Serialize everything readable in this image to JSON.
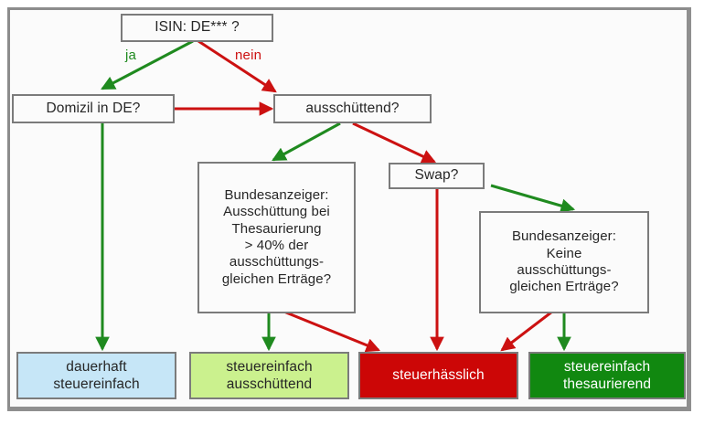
{
  "diagram": {
    "title": "ISIN Fonds Steuer-Entscheidungsbaum",
    "background": "#fbfbfb",
    "frame_color": "#8c8c8c",
    "colors": {
      "yes_green": "#1f8a1f",
      "no_red": "#cc1111",
      "node_border": "#7b7b7b",
      "node_fill": "#fbfbfb",
      "result_blue_fill": "#c6e6f7",
      "result_lightgreen_fill": "#cbf18e",
      "result_red_fill": "#cc0606",
      "result_darkgreen_fill": "#118810",
      "dark_text": "#262626",
      "light_text": "#ffffff"
    }
  },
  "nodes": [
    {
      "id": "isin",
      "label": "ISIN:  DE*** ?"
    },
    {
      "id": "domizil",
      "label": "Domizil in DE?"
    },
    {
      "id": "aussch",
      "label": "ausschüttend?"
    },
    {
      "id": "bundes40",
      "label": "Bundesanzeiger:\nAusschüttung bei\nThesaurierung\n> 40% der\nausschüttungs-\ngleichen Erträge?"
    },
    {
      "id": "swap",
      "label": "Swap?"
    },
    {
      "id": "bundeskeine",
      "label": "Bundesanzeiger:\nKeine\nausschüttungs-\ngleichen Erträge?"
    }
  ],
  "results": [
    {
      "id": "dauerhaft",
      "label": "dauerhaft\nsteuereinfach",
      "fill": "#c6e6f7",
      "text": "#262626"
    },
    {
      "id": "einfach-aus",
      "label": "steuereinfach\nausschüttend",
      "fill": "#cbf18e",
      "text": "#262626"
    },
    {
      "id": "haesslich",
      "label": "steuerhässlich",
      "fill": "#cc0606",
      "text": "#ffffff"
    },
    {
      "id": "einfach-the",
      "label": "steuereinfach\nthesaurierend",
      "fill": "#118810",
      "text": "#ffffff"
    }
  ],
  "edge_labels": [
    {
      "id": "ja",
      "label": "ja",
      "color": "#1f8a1f"
    },
    {
      "id": "nein",
      "label": "nein",
      "color": "#cc1111"
    }
  ]
}
